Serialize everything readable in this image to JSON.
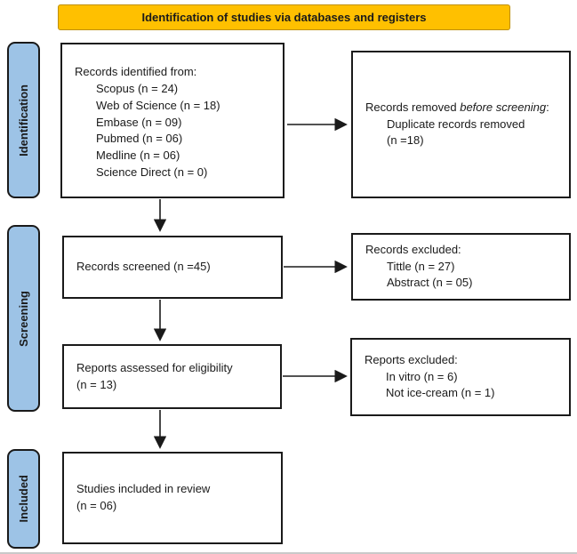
{
  "banner": {
    "label": "Identification of studies via databases and registers"
  },
  "stages": [
    {
      "label": "Identification"
    },
    {
      "label": "Screening"
    },
    {
      "label": "Included"
    }
  ],
  "boxes": {
    "identified": {
      "title": "Records identified from:",
      "items": [
        "Scopus (n = 24)",
        "Web of Science (n = 18)",
        "Embase (n = 09)",
        "Pubmed (n = 06)",
        "Medline (n = 06)",
        "Science Direct (n = 0)"
      ]
    },
    "removed": {
      "prefix": "Records removed ",
      "italic": "before screening",
      "suffix": ":",
      "items": [
        "Duplicate records removed",
        "(n =18)"
      ]
    },
    "screened": {
      "label": "Records screened (n =45)"
    },
    "records_excluded": {
      "title": "Records excluded:",
      "items": [
        "Tittle (n = 27)",
        "Abstract (n = 05)"
      ]
    },
    "assessed": {
      "lines": [
        "Reports assessed for eligibility",
        "(n = 13)"
      ]
    },
    "reports_excluded": {
      "title": "Reports excluded:",
      "items": [
        "In vitro (n = 6)",
        "Not ice-cream (n = 1)"
      ]
    },
    "included": {
      "lines": [
        "Studies included in review",
        "(n = 06)"
      ]
    }
  },
  "colors": {
    "banner_fill": "#FFC000",
    "stage_fill": "#9DC3E6",
    "box_border": "#1a1a1a",
    "text": "#1a1a1a"
  }
}
